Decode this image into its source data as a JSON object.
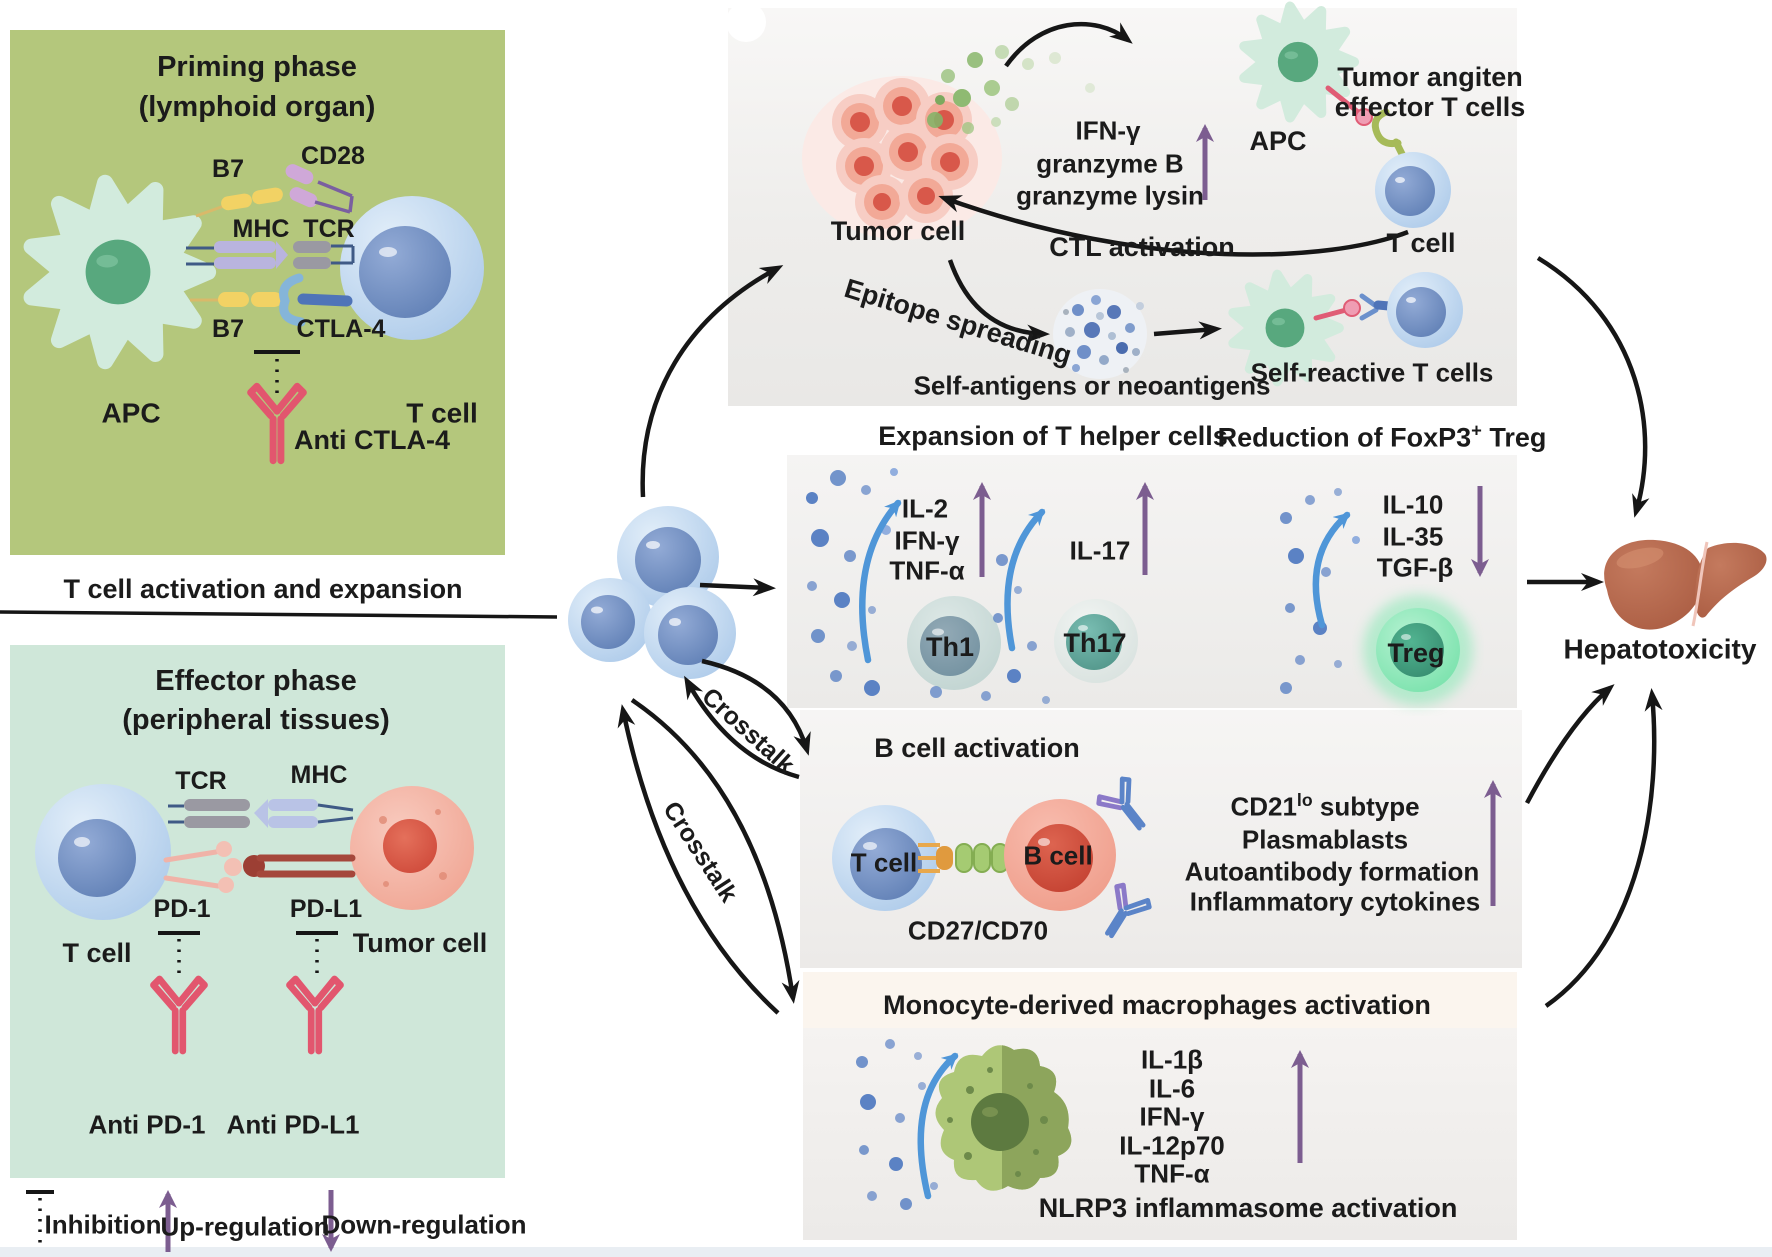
{
  "figure": {
    "priming": {
      "title1": "Priming phase",
      "title2": "(lymphoid organ)",
      "b7_top": "B7",
      "cd28": "CD28",
      "mhc": "MHC",
      "tcr": "TCR",
      "b7_bottom": "B7",
      "ctla4": "CTLA-4",
      "apc": "APC",
      "t_cell": "T cell",
      "anti_ctla4": "Anti CTLA-4"
    },
    "divider": "T cell activation and expansion",
    "effector": {
      "title1": "Effector phase",
      "title2": "(peripheral tissues)",
      "tcr": "TCR",
      "mhc": "MHC",
      "t_cell": "T cell",
      "pd1": "PD-1",
      "pdl1": "PD-L1",
      "tumor_cell": "Tumor cell",
      "anti_pd1": "Anti PD-1",
      "anti_pdl1": "Anti PD-L1"
    },
    "legend": {
      "inhibition": "Inhibition",
      "up": "Up-regulation",
      "down": "Down-regulation"
    },
    "crosstalk1": "Crosstalk",
    "crosstalk2": "Crosstalk",
    "ctl": {
      "line1": "IFN-γ",
      "line2": "granzyme B",
      "line3": "granzyme lysin",
      "tumor_cell": "Tumor cell",
      "ctl_activation": "CTL activation",
      "apc": "APC",
      "eff1": "Tumor angiten",
      "eff2": "effector T cells",
      "t_cell": "T cell",
      "epitope": "Epitope spreading",
      "self_antigens": "Self-antigens or neoantigens",
      "self_reactive": "Self-reactive T cells"
    },
    "th": {
      "header_left": "Expansion of T helper cells",
      "header_right_pre": "Reduction of FoxP3",
      "header_right_sup": "+",
      "header_right_post": " Treg",
      "c1a": "IL-2",
      "c1b": "IFN-γ",
      "c1c": "TNF-α",
      "th1": "Th1",
      "il17": "IL-17",
      "th17": "Th17",
      "c3a": "IL-10",
      "c3b": "IL-35",
      "c3c": "TGF-β",
      "treg": "Treg"
    },
    "bcell": {
      "title": "B cell activation",
      "t_cell": "T cell",
      "b_cell": "B cell",
      "cd27": "CD27/CD70",
      "cd21_pre": "CD21",
      "cd21_sup": "lo",
      "cd21_post": " subtype",
      "l2": "Plasmablasts",
      "l3": "Autoantibody formation",
      "l4": "Inflammatory cytokines"
    },
    "mono": {
      "title": "Monocyte-derived macrophages activation",
      "c1": "IL-1β",
      "c2": "IL-6",
      "c3": "IFN-γ",
      "c4": "IL-12p70",
      "c5": "TNF-α",
      "nlrp3": "NLRP3 inflammasome activation"
    },
    "hepatotoxicity": "Hepatotoxicity",
    "colors": {
      "accent_purple": "#7c5d90",
      "arrow_black": "#161616",
      "arrow_blue": "#4f96d8",
      "panel_green": "#b4c77c",
      "panel_teal": "#cfe7d9",
      "panel_gray": "#efeeec",
      "antibody_pink": "#e2566e"
    }
  }
}
